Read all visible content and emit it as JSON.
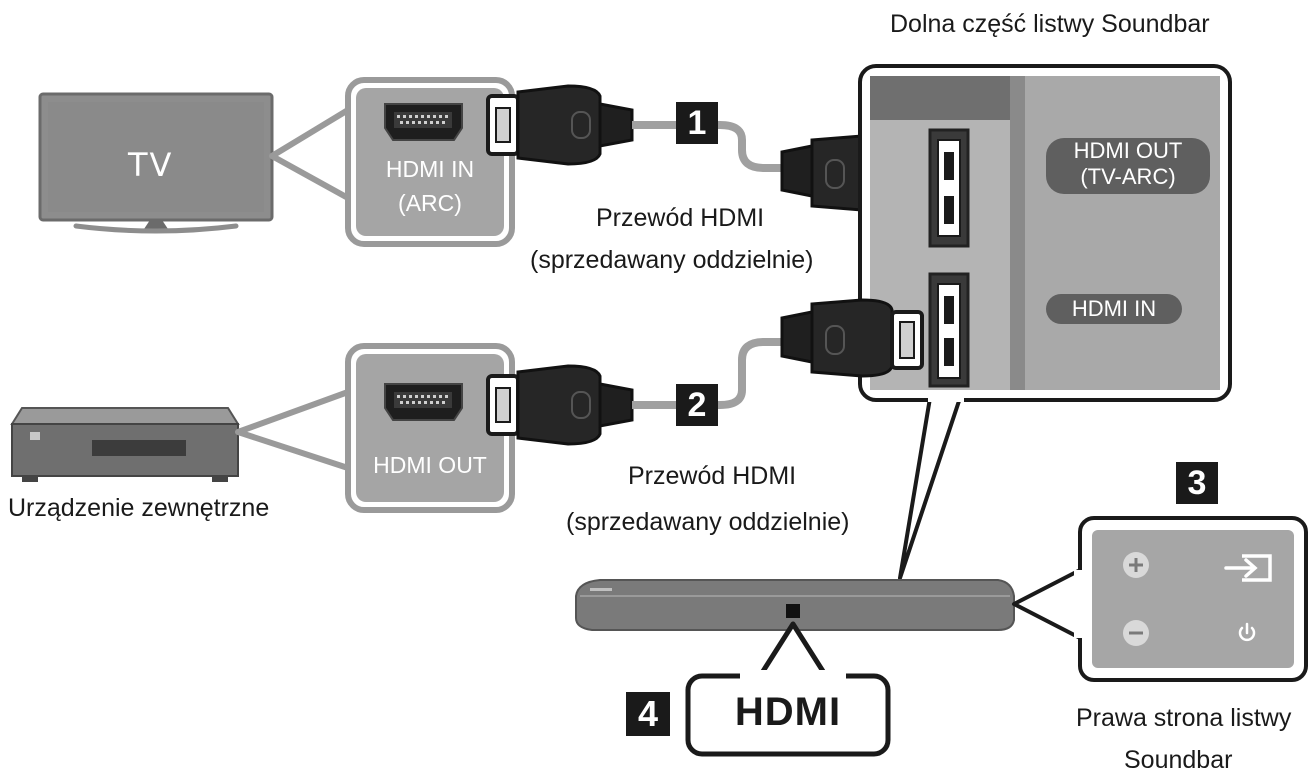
{
  "soundbar_bottom_title": "Dolna część listwy Soundbar",
  "tv": {
    "label": "TV"
  },
  "tv_port": {
    "line1": "HDMI IN",
    "line2": "(ARC)"
  },
  "cable_top": {
    "number": "1",
    "line1": "Przewód HDMI",
    "line2": "(sprzedawany oddzielnie)"
  },
  "soundbar_ports": {
    "hdmi_out_line1": "HDMI OUT",
    "hdmi_out_line2": "(TV-ARC)",
    "hdmi_in": "HDMI IN"
  },
  "external_device": {
    "label": "Urządzenie zewnętrzne",
    "port": "HDMI OUT"
  },
  "cable_bottom": {
    "number": "2",
    "line1": "Przewód HDMI",
    "line2": "(sprzedawany oddzielnie)"
  },
  "right_side": {
    "number": "3",
    "line1": "Prawa strona listwy",
    "line2": "Soundbar"
  },
  "front_display": {
    "number": "4",
    "text": "HDMI"
  },
  "colors": {
    "ink": "#1a1a1a",
    "gray": "#8c8c8c",
    "panel": "#a8a8a8",
    "panel_dark": "#6e6e6e",
    "callout_border": "#9a9a9a"
  }
}
